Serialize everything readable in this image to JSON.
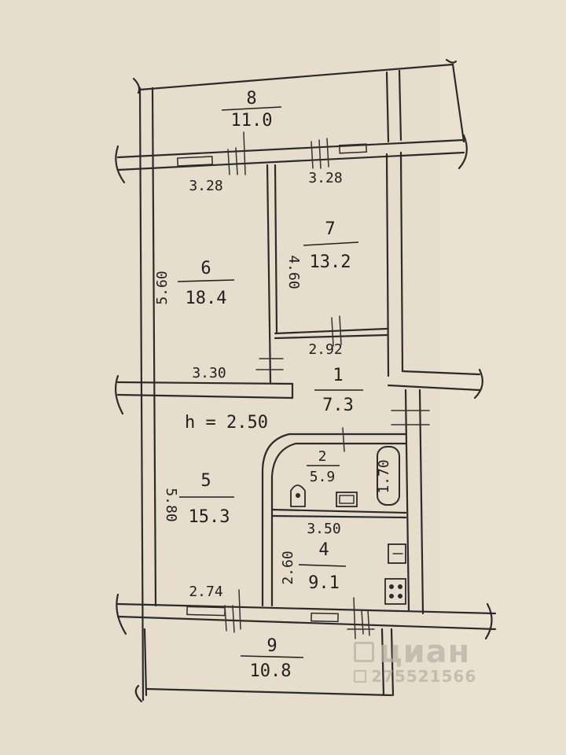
{
  "rooms": [
    {
      "id": "r8",
      "number": "8",
      "area": "11.0"
    },
    {
      "id": "r7",
      "number": "7",
      "area": "13.2"
    },
    {
      "id": "r6",
      "number": "6",
      "area": "18.4"
    },
    {
      "id": "r1",
      "number": "1",
      "area": "7.3"
    },
    {
      "id": "r2",
      "number": "2",
      "area": "5.9"
    },
    {
      "id": "r5",
      "number": "5",
      "area": "15.3"
    },
    {
      "id": "r4",
      "number": "4",
      "area": "9.1"
    },
    {
      "id": "r9",
      "number": "9",
      "area": "10.8"
    }
  ],
  "dimensions": {
    "room6_top_width": "3.28",
    "room7_top_width": "3.28",
    "room6_length": "5.60",
    "room7_length": "4.60",
    "corridor_width": "2.92",
    "room6_bottom_width": "3.30",
    "ceiling_height": "h = 2.50",
    "bath_depth": "1.70",
    "kitchen_width": "3.50",
    "room5_length": "5.80",
    "kitchen_length": "2.60",
    "room5_bottom_width": "2.74"
  },
  "watermark": {
    "brand": "циан",
    "listing_id": "275521566"
  }
}
